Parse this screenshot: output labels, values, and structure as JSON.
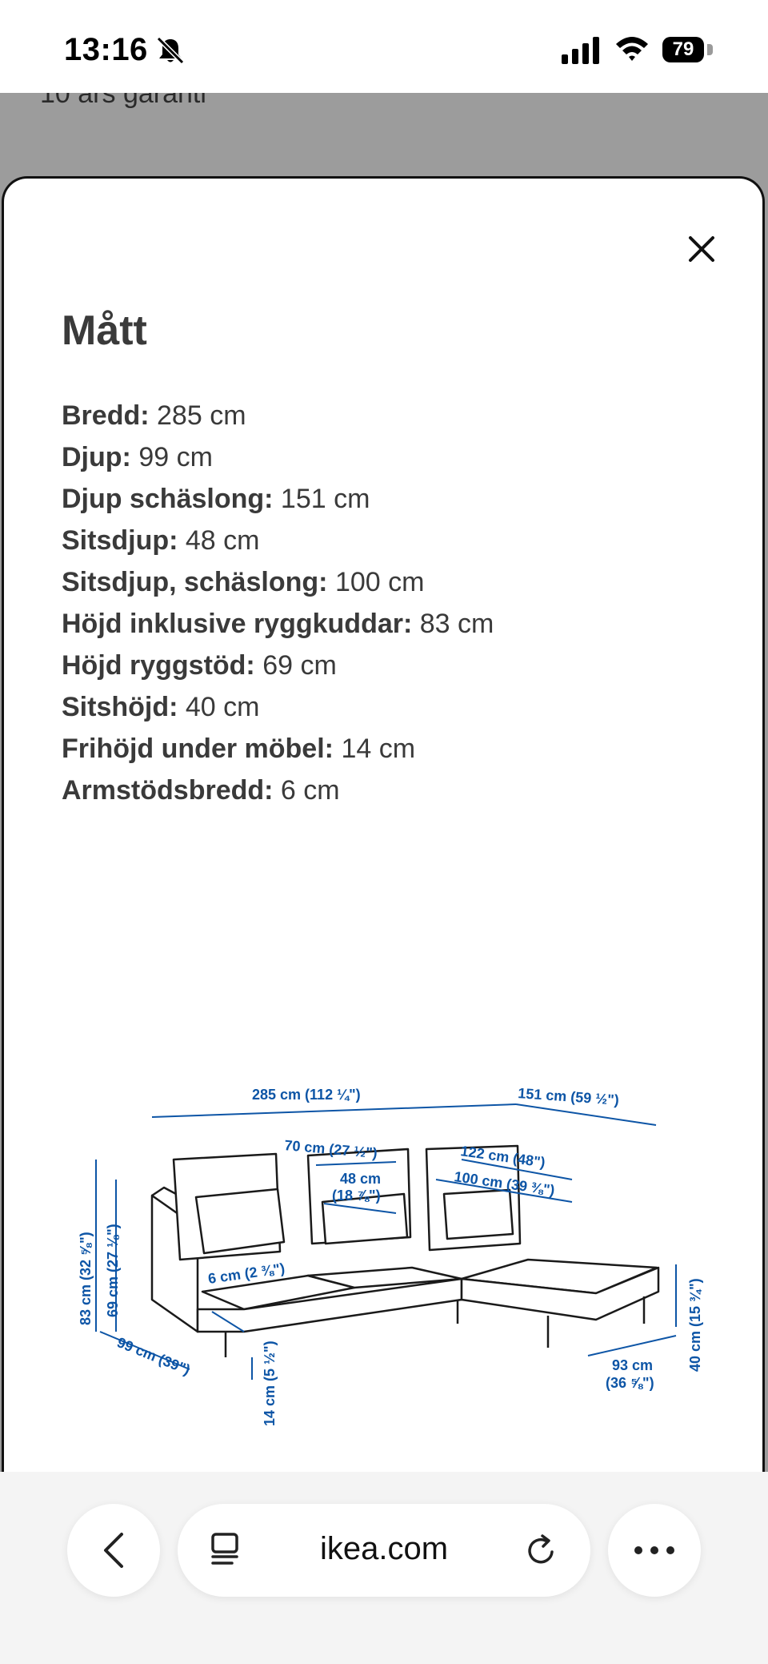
{
  "status": {
    "time": "13:16",
    "battery": "79"
  },
  "background": {
    "partial_text": "10 års garanti"
  },
  "sheet": {
    "title": "Mått",
    "specs": [
      {
        "label": "Bredd:",
        "value": "285 cm"
      },
      {
        "label": "Djup:",
        "value": "99 cm"
      },
      {
        "label": "Djup schäslong:",
        "value": "151 cm"
      },
      {
        "label": "Sitsdjup:",
        "value": "48 cm"
      },
      {
        "label": "Sitsdjup, schäslong:",
        "value": "100 cm"
      },
      {
        "label": "Höjd inklusive ryggkuddar:",
        "value": "83 cm"
      },
      {
        "label": "Höjd ryggstöd:",
        "value": "69 cm"
      },
      {
        "label": "Sitshöjd:",
        "value": "40 cm"
      },
      {
        "label": "Frihöjd under möbel:",
        "value": "14 cm"
      },
      {
        "label": "Armstödsbredd:",
        "value": "6 cm"
      }
    ],
    "diagram_labels": {
      "width": "285 cm (112 ¼\")",
      "chaise_depth": "151 cm (59 ½\")",
      "cushion_width": "70 cm (27 ½\")",
      "chaise_length": "122 cm (48\")",
      "seat_depth_1": "48 cm",
      "seat_depth_2": "(18 ⅞\")",
      "chaise_seat": "100 cm (39 ⅜\")",
      "height_total": "83 cm (32 ⅝\")",
      "back_height": "69 cm (27 ⅛\")",
      "arm_width": "6 cm (2 ⅜\")",
      "depth": "99 cm (39\")",
      "clearance": "14 cm (5 ½\")",
      "chaise_width_1": "93 cm",
      "chaise_width_2": "(36 ⅝\")",
      "seat_height": "40 cm (15 ¾\")"
    },
    "diagram_color": "#0d55a6"
  },
  "browser": {
    "url": "ikea.com"
  }
}
